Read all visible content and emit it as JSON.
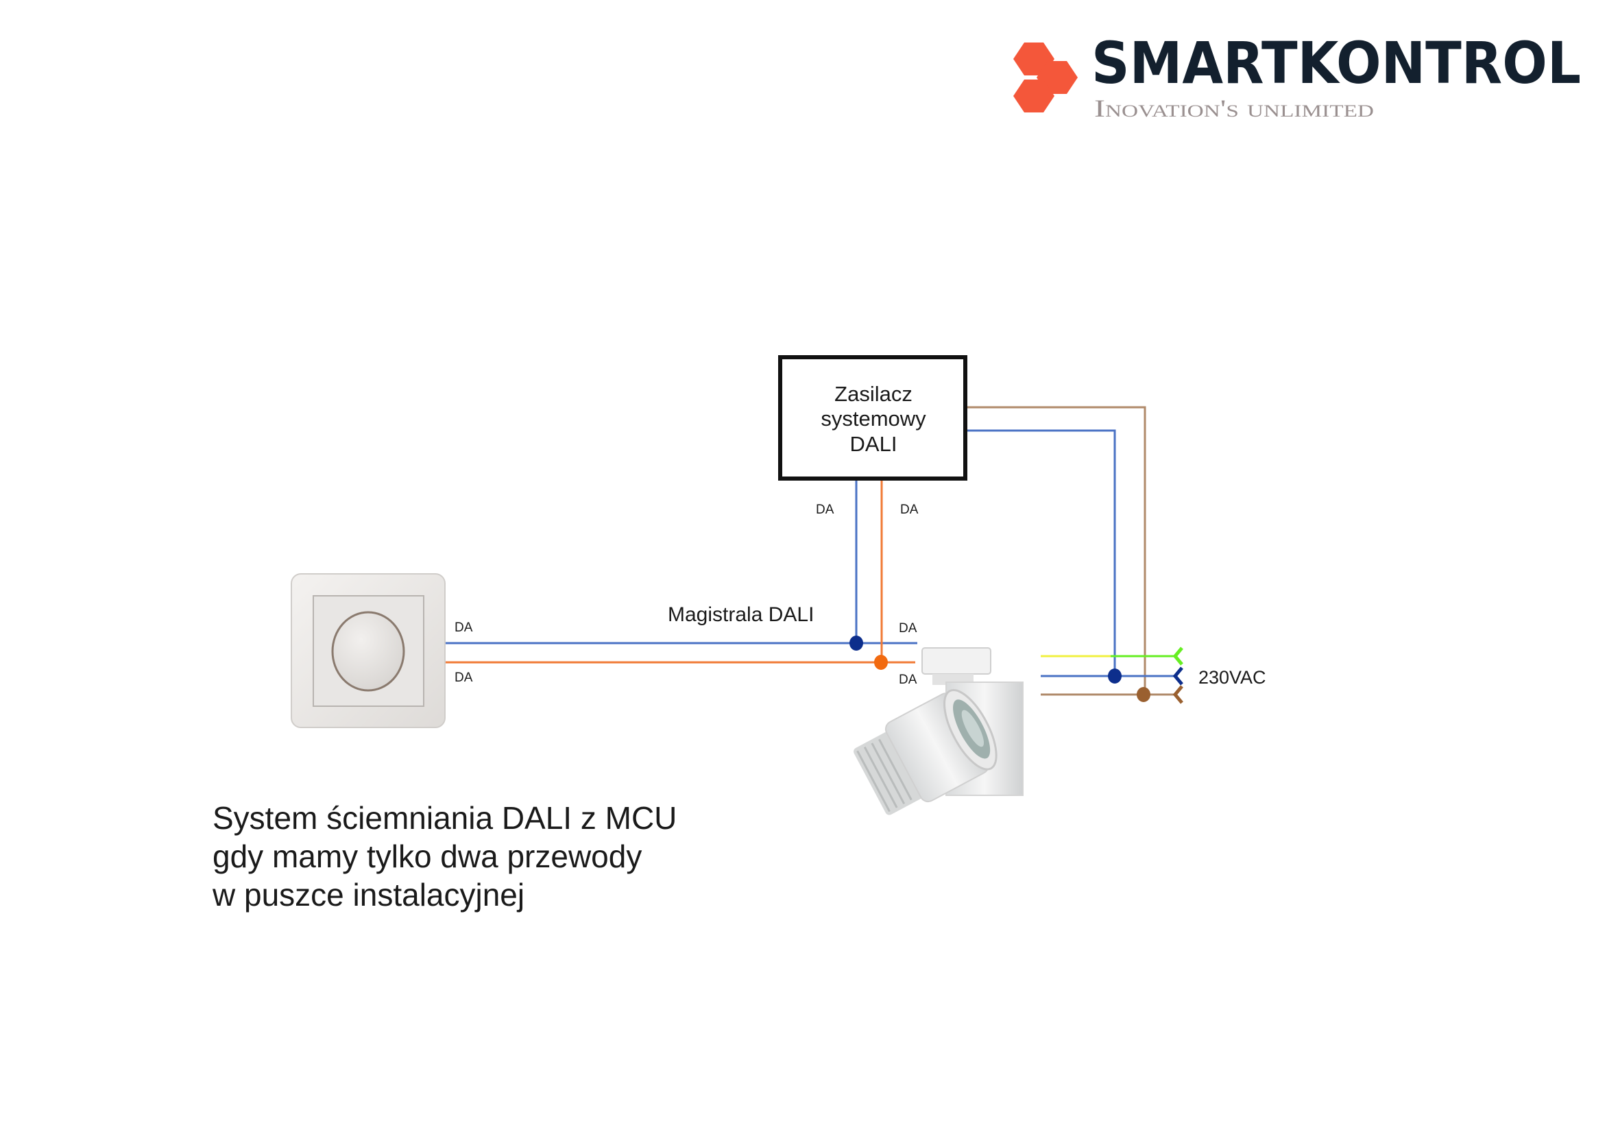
{
  "logo": {
    "name": "SMARTKONTROL",
    "tagline": "Inovation's unlimited",
    "hex_color": "#f4573a",
    "text_color": "#13202e"
  },
  "power_supply": {
    "lines": [
      "Zasilacz",
      "systemowy",
      "DALI"
    ]
  },
  "labels": {
    "da": "DA",
    "bus": "Magistrala DALI",
    "mains": "230VAC"
  },
  "caption": {
    "lines": [
      "System ściemniania DALI z MCU",
      "gdy mamy tylko dwa przewody",
      "w puszce instalacyjnej"
    ]
  },
  "colors": {
    "blue": "#4a72c4",
    "orange": "#f07a35",
    "brown": "#b08a6a",
    "yellow": "#f0f040",
    "green": "#66ee22",
    "dot_blue": "#0d2e8c",
    "dot_orange": "#f26a10",
    "dot_brown": "#9a6030"
  }
}
